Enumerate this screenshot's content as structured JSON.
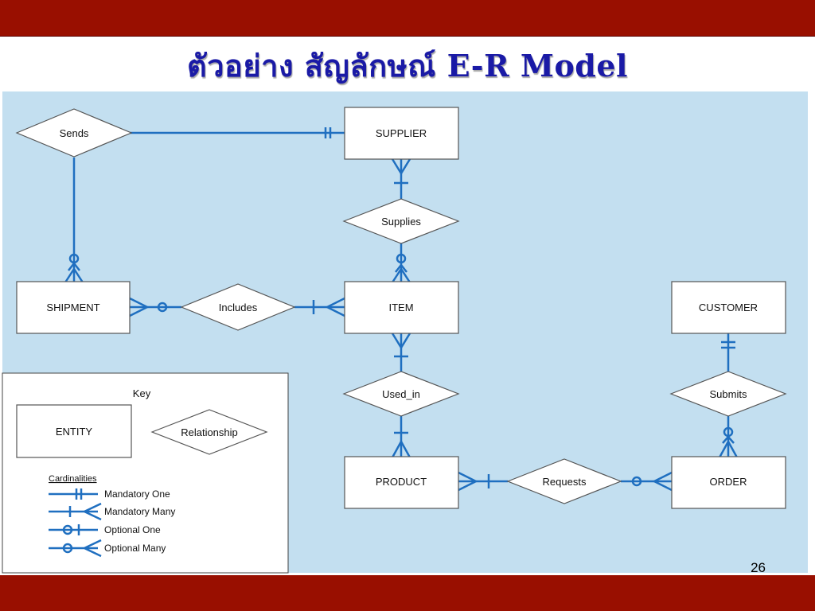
{
  "slide": {
    "title": "ตัวอย่าง  สัญลักษณ์ E-R  Model",
    "page_number": "26"
  },
  "diagram": {
    "entities": {
      "supplier": "SUPPLIER",
      "shipment": "SHIPMENT",
      "item": "ITEM",
      "customer": "CUSTOMER",
      "product": "PRODUCT",
      "order": "ORDER"
    },
    "relationships": {
      "sends": "Sends",
      "supplies": "Supplies",
      "includes": "Includes",
      "used_in": "Used_in",
      "submits": "Submits",
      "requests": "Requests"
    }
  },
  "key": {
    "title": "Key",
    "entity_label": "ENTITY",
    "relationship_label": "Relationship",
    "cardinalities_title": "Cardinalities",
    "mandatory_one": "Mandatory One",
    "mandatory_many": "Mandatory Many",
    "optional_one": "Optional One",
    "optional_many": "Optional Many"
  },
  "colors": {
    "accent_bar": "#990f00",
    "title_text": "#1a1aa6",
    "canvas_bg": "#c3dff0",
    "line": "#1f6fc0"
  }
}
